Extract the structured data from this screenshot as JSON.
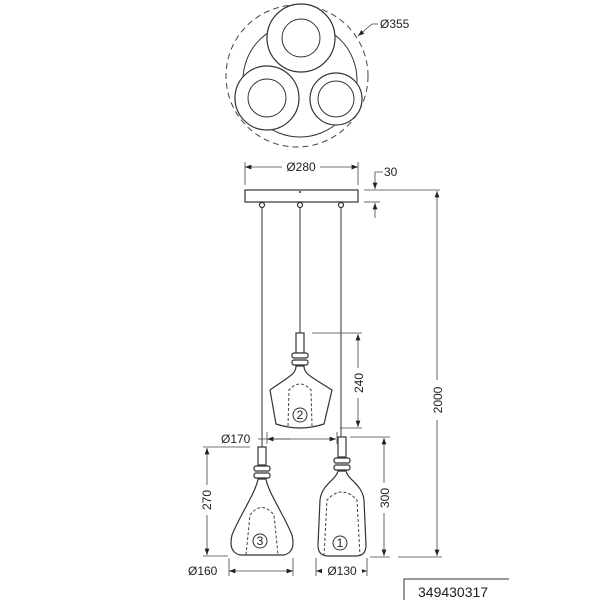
{
  "dimensions": {
    "total_diameter": "Ø355",
    "canopy_diameter": "Ø280",
    "canopy_height": "30",
    "total_height": "2000",
    "pendant_2_height": "240",
    "pendant_2_diameter": "Ø170",
    "pendant_3_height": "270",
    "pendant_3_diameter": "Ø160",
    "pendant_1_height": "300",
    "pendant_1_diameter": "Ø130"
  },
  "pendant_labels": [
    "1",
    "2",
    "3"
  ],
  "part_number": "349430317"
}
